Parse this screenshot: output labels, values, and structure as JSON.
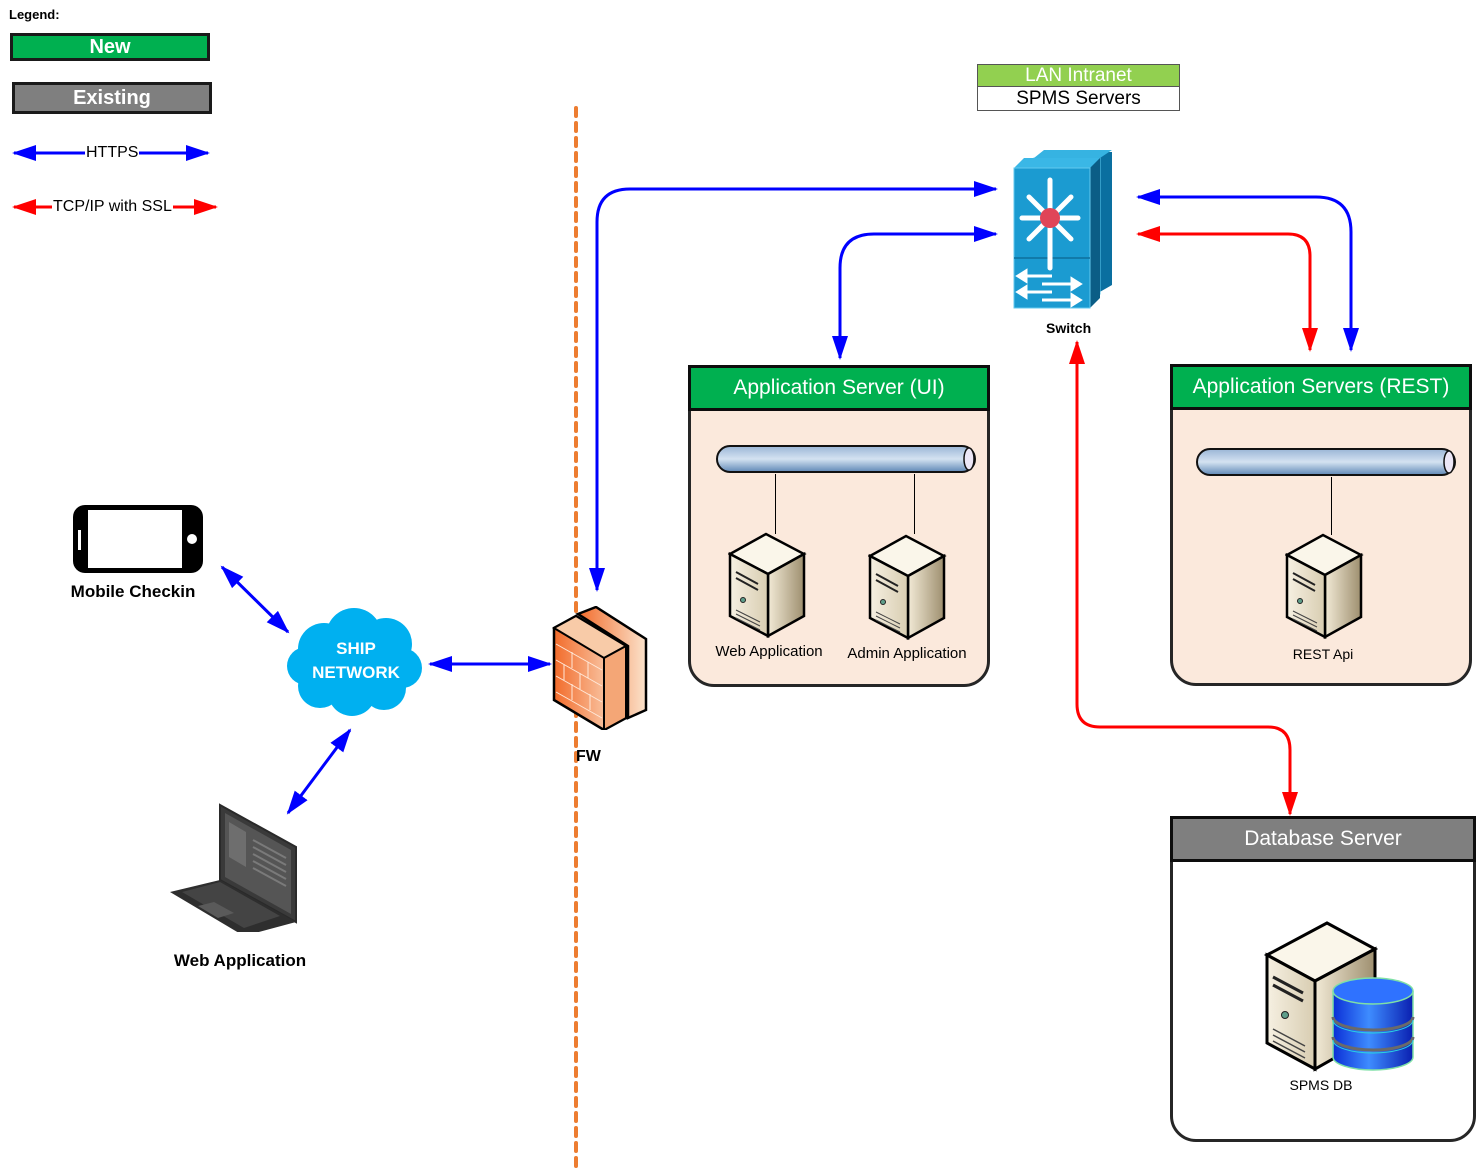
{
  "legend": {
    "title": "Legend:",
    "new_label": "New",
    "existing_label": "Existing",
    "https_label": "HTTPS",
    "tcp_label": "TCP/IP with SSL"
  },
  "colors": {
    "new": "#00b050",
    "existing": "#7f7f7f",
    "https": "#0000ff",
    "tcp_ssl": "#ff0000",
    "lan_header": "#92d050",
    "group_fill": "#fbe9dc",
    "dmz_line": "#ed7d31",
    "cloud": "#00b0f0",
    "switch": "#1b9bd1"
  },
  "lan_header": {
    "title": "LAN Intranet",
    "subtitle": "SPMS Servers"
  },
  "clients": {
    "mobile": {
      "label": "Mobile Checkin",
      "icon": "smartphone-icon"
    },
    "web": {
      "label": "Web Application",
      "icon": "laptop-icon"
    }
  },
  "network": {
    "cloud_line1": "SHIP",
    "cloud_line2": "NETWORK",
    "firewall_label": "FW",
    "switch_label": "Switch"
  },
  "groups": {
    "ui": {
      "title": "Application Server (UI)",
      "status": "New",
      "servers": [
        "Web Application",
        "Admin Application"
      ]
    },
    "rest": {
      "title": "Application Servers (REST)",
      "status": "New",
      "servers": [
        "REST Api"
      ]
    },
    "db": {
      "title": "Database Server",
      "status": "Existing",
      "servers": [
        "SPMS DB"
      ]
    }
  },
  "connections": [
    {
      "from": "Mobile Checkin",
      "to": "SHIP NETWORK",
      "protocol": "HTTPS"
    },
    {
      "from": "Web Application (client)",
      "to": "SHIP NETWORK",
      "protocol": "HTTPS"
    },
    {
      "from": "SHIP NETWORK",
      "to": "FW",
      "protocol": "HTTPS"
    },
    {
      "from": "FW",
      "to": "Switch",
      "protocol": "HTTPS"
    },
    {
      "from": "Switch",
      "to": "Application Server (UI)",
      "protocol": "HTTPS"
    },
    {
      "from": "Switch",
      "to": "Application Servers (REST)",
      "protocol": "HTTPS"
    },
    {
      "from": "Switch",
      "to": "Application Servers (REST)",
      "protocol": "TCP/IP with SSL"
    },
    {
      "from": "Switch",
      "to": "Database Server",
      "protocol": "TCP/IP with SSL"
    }
  ]
}
